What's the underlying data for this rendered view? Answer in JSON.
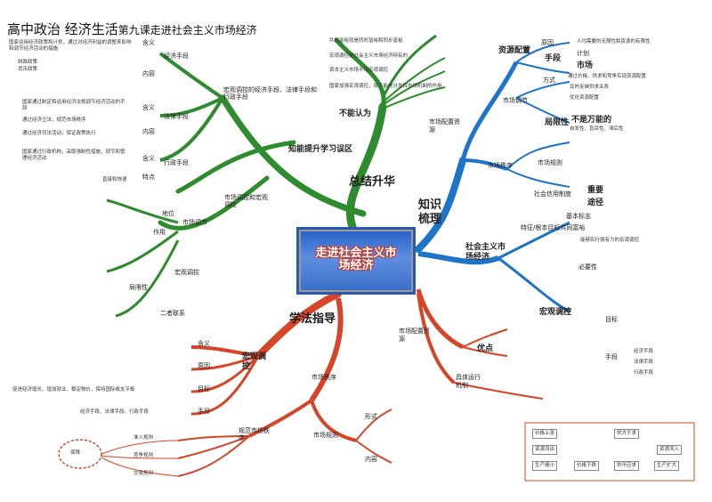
{
  "title": {
    "main": "高中政治  经济生活",
    "sub": "第九课走进社会主义市场经济"
  },
  "center": {
    "label": "走进社会主义市场经济"
  },
  "branches": {
    "summary": "总结升华",
    "knowledge": "知识梳理",
    "method": "学法指导",
    "pitfall": "知能提升学习误区"
  },
  "pitfall": {
    "not_recognize": "不能认为",
    "items": [
      "共同富裕就是同时富裕和同步富裕",
      "宏观调控是社会主义市场经济特有的",
      "资本主义市场不用宏观调控",
      "国家加强宏观调控，就不能充分发挥市场机制的作用"
    ],
    "macro_means": "宏观调控的经济手段、法律手段和行政手段",
    "market_macro": "市场调控和宏观调控"
  },
  "left_top": {
    "econ": "经济手段",
    "law": "法律手段",
    "admin": "行政手段",
    "meaning": "含义",
    "content": "内容",
    "feature": "特点",
    "direct": "直接和快速",
    "notes": [
      "国家运用经济政策和计划，通过对经济利益的调整来影响和调节经济活动的措施",
      "财政政策",
      "货币政策",
      "国家通过制定和运用经济法规调节经济活动的手段",
      "通过经济立法，规范市场秩序",
      "通过经济司法活动，保证政策执行",
      "国家通过行政机构，采取强制性措施，调节和管理经济活动"
    ],
    "market_regulate": "市场调节",
    "macro_regulate": "宏观调控",
    "two_relation": "二者联系",
    "position": "地位",
    "role": "作用",
    "limit": "局限性"
  },
  "knowledge": {
    "resource_config": "市场配置资源",
    "resource_allocation": "资源配置",
    "means": "手段",
    "principle": "原因",
    "plan": "计划",
    "market": "市场",
    "market_adjust": "市场调节",
    "way": "方式",
    "limit": "局限性",
    "not_all": "不是万能的",
    "market_order": "市场秩序",
    "rule": "市场规则",
    "credit": "社会信用制度",
    "important": "重要",
    "approach": "途径",
    "socialist_econ": "社会主义市场经济",
    "feature_label": "特征/根本目标共同富裕",
    "basic": "基本标志",
    "macro": "宏观调控",
    "necessity": "必要性",
    "goal": "目标",
    "means2": "手段",
    "items": [
      "人均需要的无限性和资源的有限性",
      "通过价格、供求和竞争实现资源配置",
      "及时反映供求关系",
      "优化资源配置",
      "自发性、盲目性、滞后性",
      "能够实行强有力的宏观调控",
      "经济手段",
      "法律手段",
      "行政手段"
    ]
  },
  "method": {
    "macro_reg": "宏观调控",
    "meaning": "含义",
    "reason": "原因",
    "goal": "目标",
    "means": "手段",
    "market_order": "市场秩序",
    "norm": "规范市场秩序",
    "market_rules": "市场规则",
    "market_config": "市场配置资源",
    "advantages": "优点",
    "mechanism": "具体运行机制",
    "form": "形式",
    "content": "内容",
    "goal_text": "促进经济增长、增加就业、稳定物价、保持国际收支平衡",
    "means_text": "经济手段、法律手段、行政手段",
    "entry": "准入规则",
    "compete": "竞争规则",
    "trade": "交易规则",
    "ensure": "保障",
    "flow": {
      "rise": "价格上涨",
      "fall": "价格下跌",
      "supply_gt": "供大于求",
      "supply_lt": "供不应求",
      "in": "资源流入",
      "out": "资源流出",
      "expand": "生产扩大",
      "shrink": "生产缩小"
    }
  }
}
